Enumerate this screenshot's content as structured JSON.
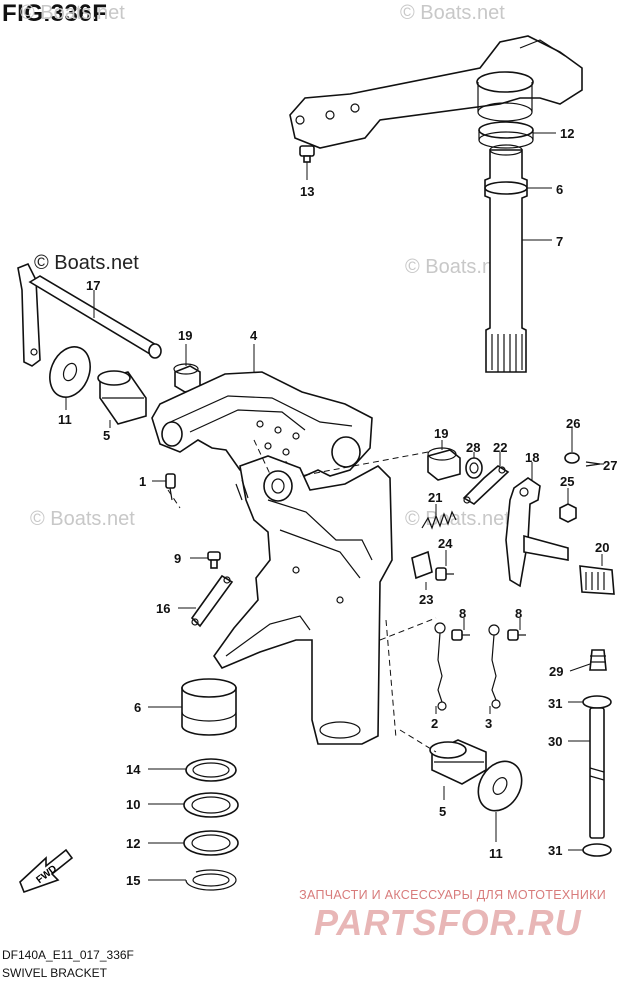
{
  "figure_title": "FIG.336F",
  "watermarks": [
    "© Boats.net",
    "© Boats.net",
    "© Boats.net",
    "© Boats.net",
    "© Boats.net",
    "© Boats.net"
  ],
  "footer": {
    "code": "DF140A_E11_017_336F",
    "title": "SWIVEL BRACKET"
  },
  "promo": {
    "text": "ЗАПЧАСТИ И АКСЕССУАРЫ ДЛЯ МОТОТЕХНИКИ",
    "logo": "PARTSFOR.RU"
  },
  "fwd_label": "FWD",
  "callouts": [
    "12",
    "6",
    "7",
    "13",
    "17",
    "19",
    "4",
    "11",
    "5",
    "1",
    "26",
    "27",
    "19",
    "28",
    "22",
    "18",
    "25",
    "21",
    "24",
    "20",
    "9",
    "23",
    "8",
    "8",
    "16",
    "29",
    "6",
    "2",
    "3",
    "31",
    "30",
    "14",
    "5",
    "10",
    "11",
    "12",
    "15",
    "31"
  ]
}
